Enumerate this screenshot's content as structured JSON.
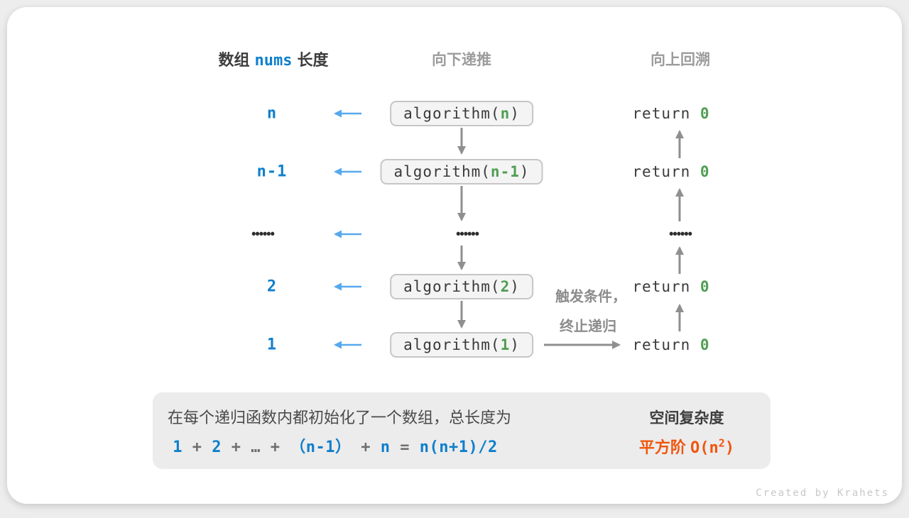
{
  "palette": {
    "blue": "#0e7fcc",
    "light_blue_arrow": "#57a9ee",
    "green": "#4f9e53",
    "orange": "#f0560e",
    "arrow_gray": "#8f8f8f",
    "text_dark": "#3d3d3d",
    "muted_gray": "#9c9c9c",
    "box_bg": "#f4f4f4",
    "box_border": "#c6c6c6",
    "summary_bg": "#ececec"
  },
  "header": {
    "col1_prefix": "数组",
    "col1_code": "nums",
    "col1_suffix": "长度",
    "col2": "向下递推",
    "col3": "向上回溯"
  },
  "rows": [
    {
      "label": "n",
      "call_prefix": "algorithm(",
      "param": "n",
      "call_suffix": ")"
    },
    {
      "label": "n-1",
      "call_prefix": "algorithm(",
      "param": "n-1",
      "call_suffix": ")"
    },
    {
      "label": "1",
      "call_prefix": "algorithm(",
      "param": "1",
      "call_suffix": ")"
    },
    {
      "label": "2",
      "call_prefix": "algorithm(",
      "param": "2",
      "call_suffix": ")"
    }
  ],
  "dots_row": {
    "left": "••••••",
    "center": "••••••",
    "right": "••••••"
  },
  "return_cell": {
    "keyword": "return ",
    "value": "0"
  },
  "terminate_note": {
    "line1": "触发条件，",
    "line2": "终止递归"
  },
  "summary": {
    "line1": "在每个递归函数内都初始化了一个数组，总长度为",
    "formula_tokens": [
      {
        "t": "1",
        "c": "blue"
      },
      {
        "t": " + ",
        "c": "op"
      },
      {
        "t": "2",
        "c": "blue"
      },
      {
        "t": " + ",
        "c": "op"
      },
      {
        "t": "…",
        "c": "op"
      },
      {
        "t": " + ",
        "c": "op"
      },
      {
        "t": "（n-1）",
        "c": "blue"
      },
      {
        "t": " + ",
        "c": "op"
      },
      {
        "t": "n",
        "c": "blue"
      },
      {
        "t": " = ",
        "c": "op"
      },
      {
        "t": "n(n+1)/2",
        "c": "blue"
      }
    ],
    "result_title": "空间复杂度",
    "result_cn": "平方阶 ",
    "result_code_prefix": "O(n",
    "result_sup": "2",
    "result_code_suffix": ")"
  },
  "watermark": "Created by Krahets"
}
